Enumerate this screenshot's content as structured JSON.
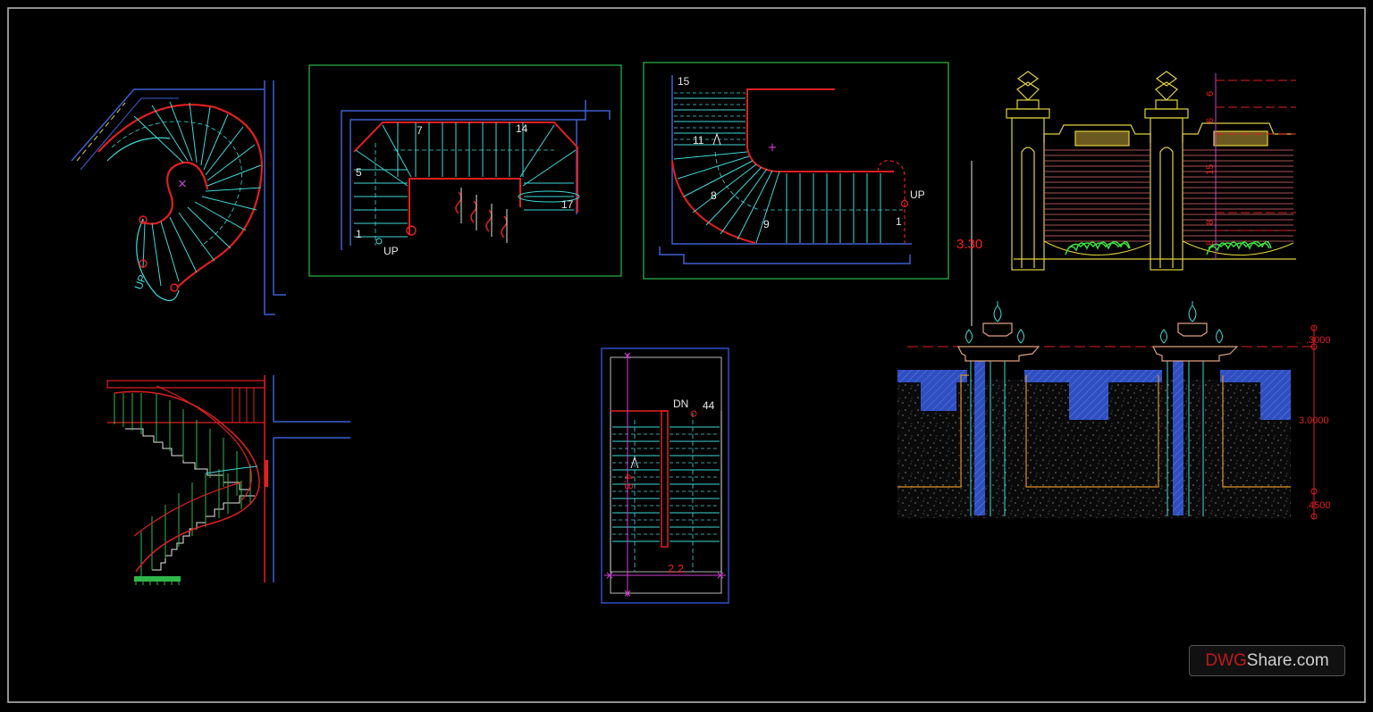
{
  "drawing": {
    "frame_color": "#bfbfbf",
    "colors": {
      "cyan": "#3fd8d8",
      "red": "#e02020",
      "green": "#2fb84a",
      "blue": "#2f4fbf",
      "magenta": "#d040d0",
      "yellow": "#e0d040",
      "white": "#e8e8e8",
      "dimension": "#ff2020"
    }
  },
  "spiral_plan": {
    "up_label": "UP"
  },
  "u_stair_plan": {
    "step_labels": [
      "7",
      "14",
      "5",
      "1",
      "17"
    ],
    "up_label": "UP"
  },
  "curved_stair_plan": {
    "step_labels": [
      "15",
      "11",
      "8",
      "9",
      "1"
    ],
    "up_label": "UP"
  },
  "straight_stair_plan": {
    "dn_label": "DN",
    "step_count": "44",
    "height_dim": "4.8",
    "width_dim": "2.2"
  },
  "fence_elevation": {
    "height_dim": "3.30",
    "side_dims": [
      "6",
      "6",
      "15",
      "8",
      "8"
    ]
  },
  "wall_section": {
    "dims": [
      ".3000",
      "3.0000",
      ".4500"
    ]
  },
  "watermark": {
    "part_a": "DWG",
    "part_b": "Share.com"
  }
}
